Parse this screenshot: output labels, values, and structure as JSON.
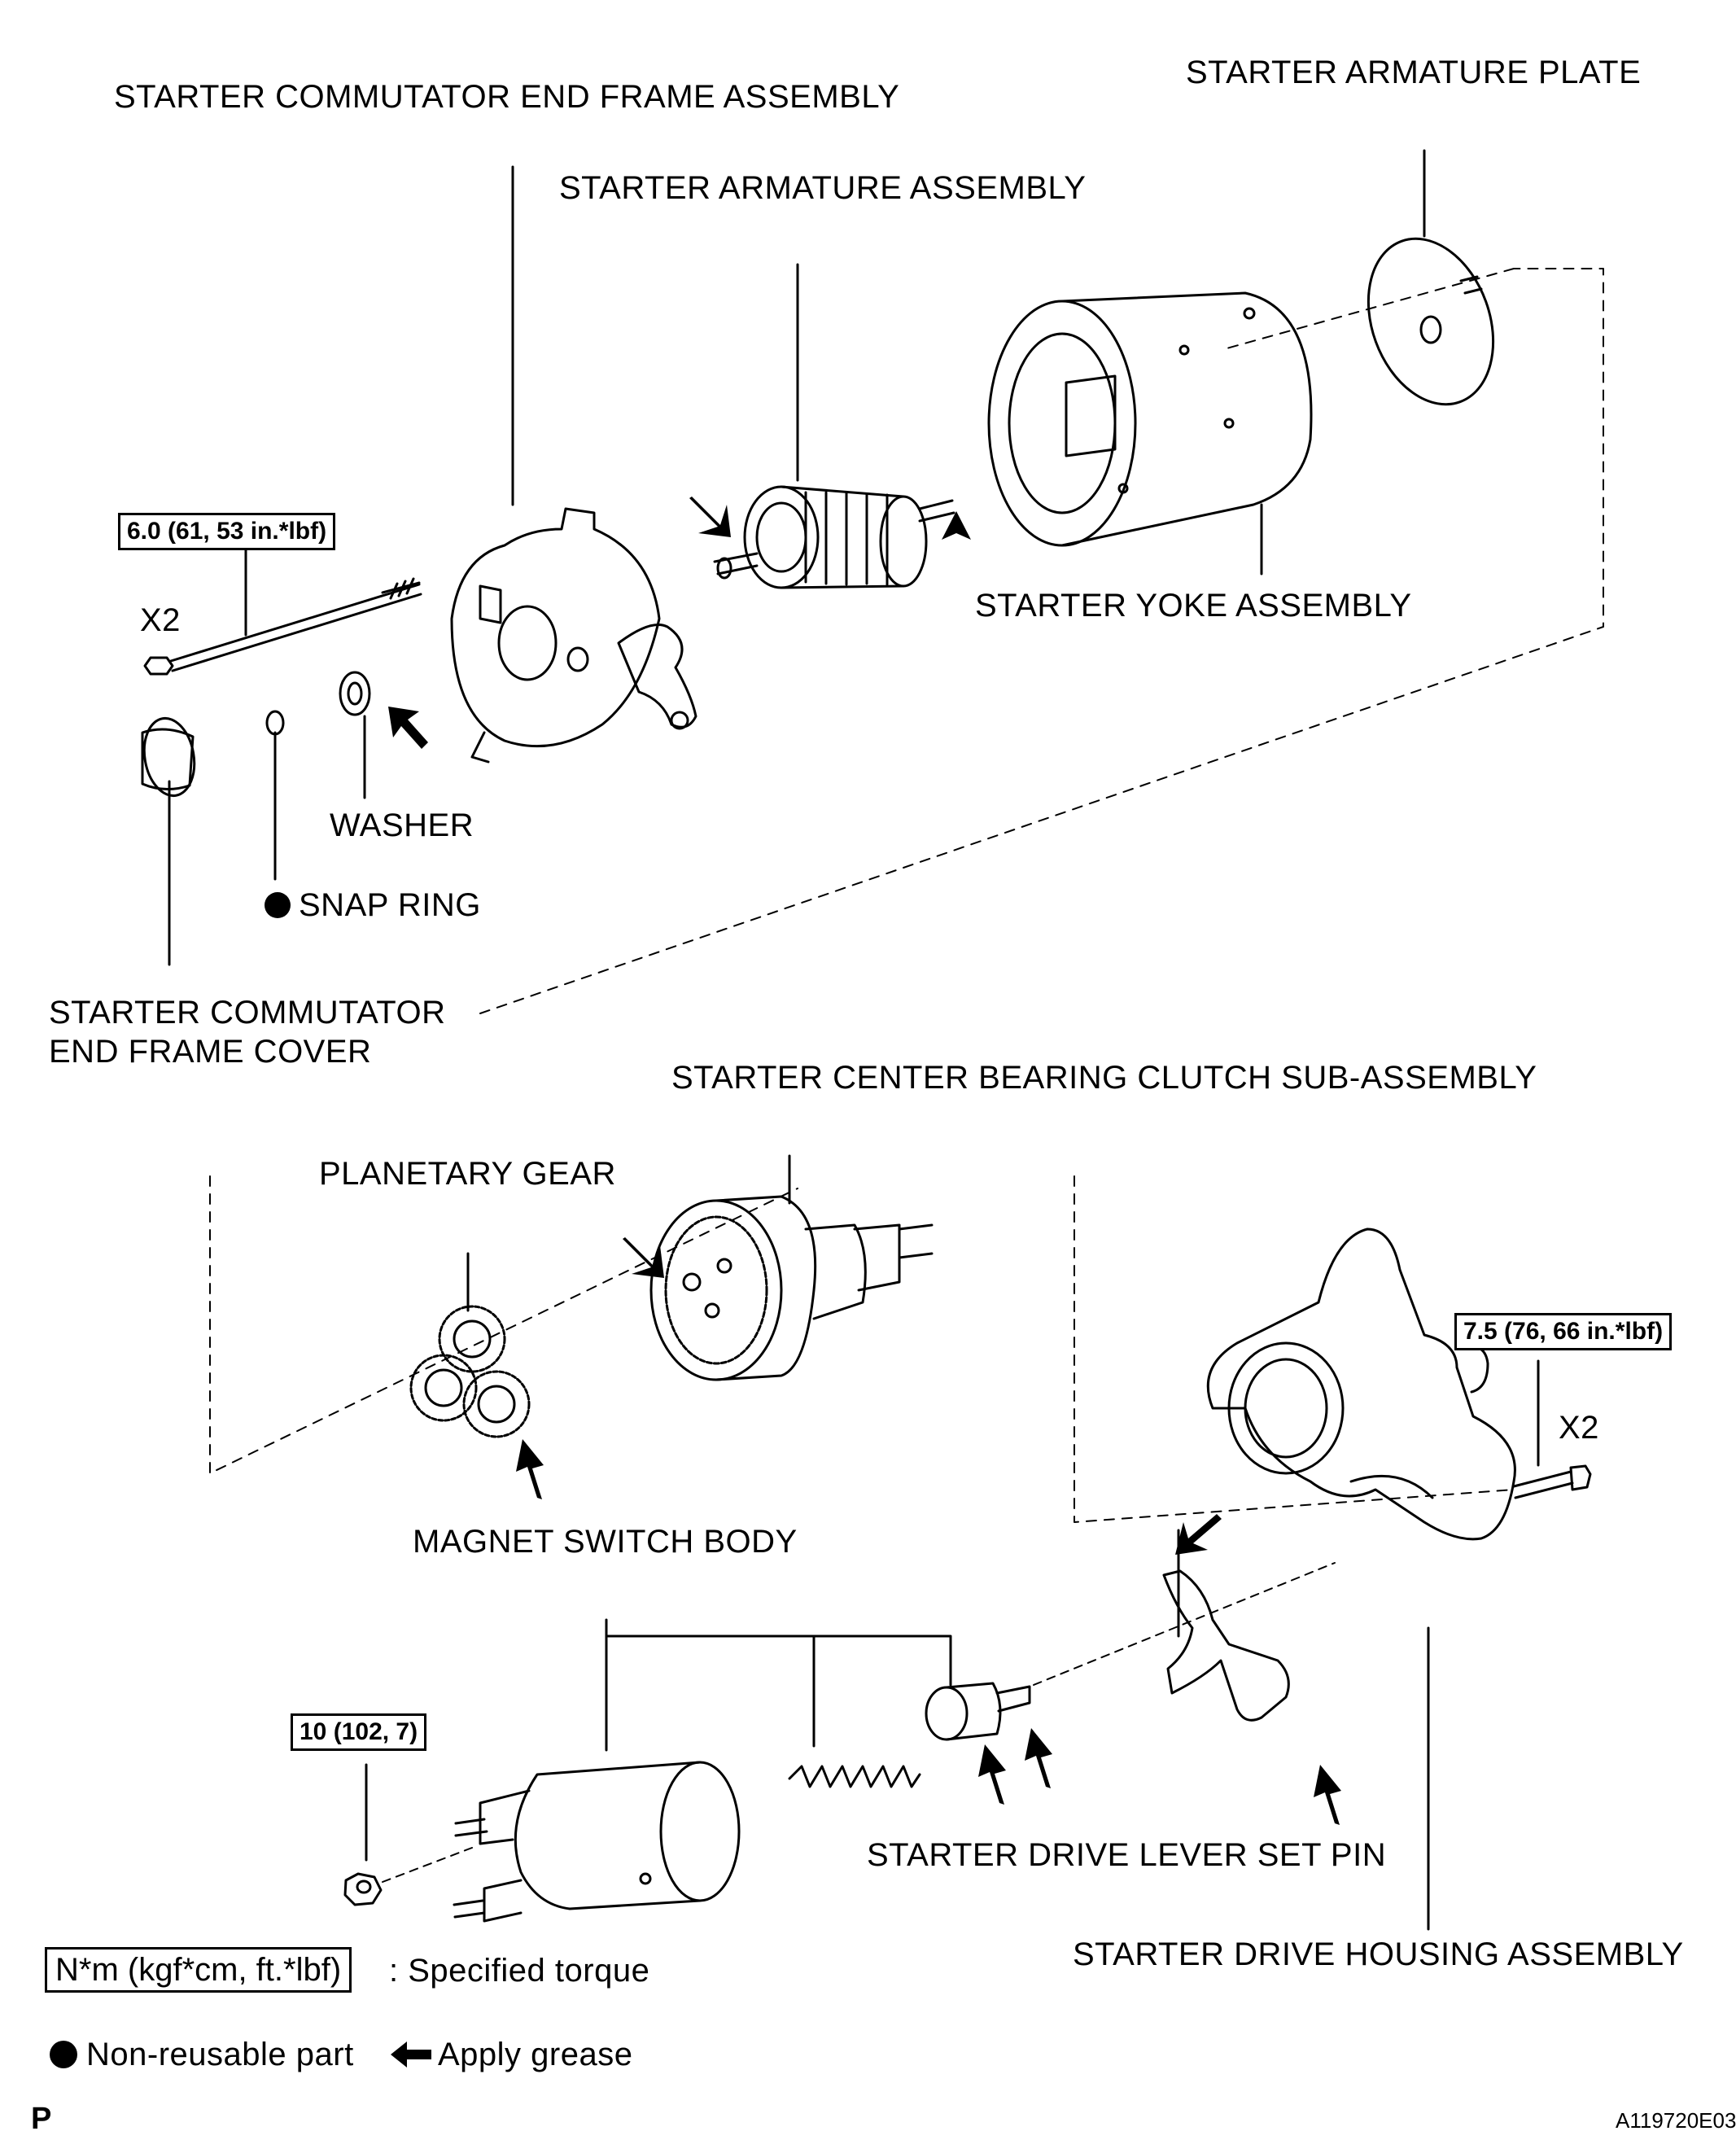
{
  "labels": {
    "commutator_end_frame": "STARTER COMMUTATOR END FRAME ASSEMBLY",
    "armature_plate": "STARTER ARMATURE PLATE",
    "armature_assembly": "STARTER ARMATURE ASSEMBLY",
    "yoke_assembly": "STARTER YOKE ASSEMBLY",
    "washer": "WASHER",
    "snap_ring": "SNAP RING",
    "end_frame_cover_line1": "STARTER COMMUTATOR",
    "end_frame_cover_line2": "END FRAME COVER",
    "center_bearing_clutch": "STARTER CENTER BEARING CLUTCH SUB-ASSEMBLY",
    "planetary_gear": "PLANETARY GEAR",
    "magnet_switch_body": "MAGNET SWITCH BODY",
    "drive_lever_set_pin": "STARTER DRIVE LEVER SET PIN",
    "drive_housing": "STARTER DRIVE HOUSING ASSEMBLY",
    "x2_top": "X2",
    "x2_bottom": "X2"
  },
  "torques": {
    "bolt_top": "6.0 (61, 53 in.*lbf)",
    "bolt_bottom": "7.5 (76, 66 in.*lbf)",
    "nut": "10 (102, 7)"
  },
  "legend": {
    "torque_box": "N*m (kgf*cm, ft.*lbf)",
    "torque_desc": ": Specified torque",
    "non_reusable": "Non-reusable part",
    "apply_grease": "Apply grease"
  },
  "footer": {
    "page_mark": "P",
    "figure_id": "A119720E03"
  },
  "icons": [
    "filled-circle-icon",
    "grease-arrow-icon"
  ]
}
